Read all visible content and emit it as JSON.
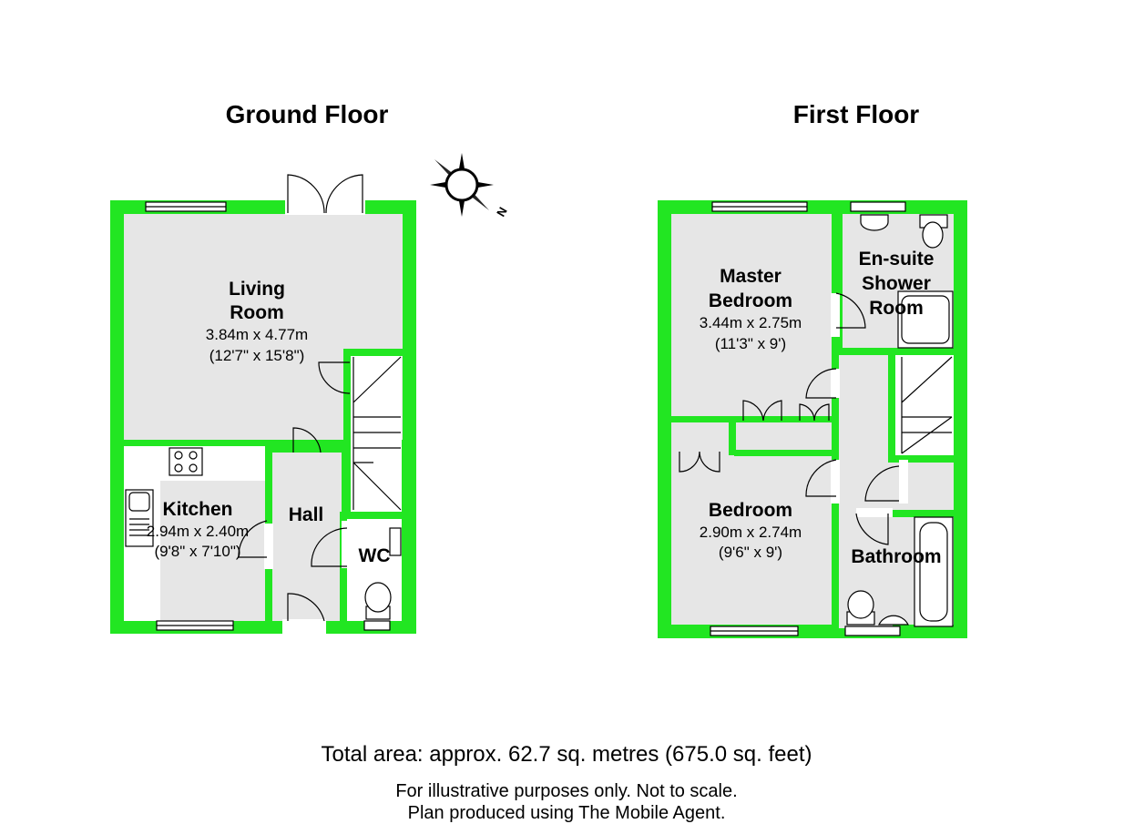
{
  "floors": {
    "ground": {
      "title": "Ground Floor",
      "rooms": {
        "living_room": {
          "name_line1": "Living",
          "name_line2": "Room",
          "metric": "3.84m x 4.77m",
          "imperial": "(12'7\" x 15'8\")"
        },
        "kitchen": {
          "name": "Kitchen",
          "metric": "2.94m x 2.40m",
          "imperial": "(9'8\" x 7'10\")"
        },
        "hall": {
          "name": "Hall"
        },
        "wc": {
          "name": "WC"
        }
      }
    },
    "first": {
      "title": "First Floor",
      "rooms": {
        "master_bedroom": {
          "name_line1": "Master",
          "name_line2": "Bedroom",
          "metric": "3.44m x 2.75m",
          "imperial": "(11'3\" x 9')"
        },
        "ensuite": {
          "name_line1": "En-suite",
          "name_line2": "Shower",
          "name_line3": "Room"
        },
        "bedroom": {
          "name": "Bedroom",
          "metric": "2.90m x 2.74m",
          "imperial": "(9'6\" x 9')"
        },
        "bathroom": {
          "name": "Bathroom"
        }
      }
    }
  },
  "compass": {
    "label": "N"
  },
  "footer": {
    "total_area": "Total area: approx.  62.7 sq. metres (675.0 sq. feet)",
    "disclaimer": "For illustrative purposes only. Not to scale.",
    "credit": "Plan produced using The Mobile Agent."
  },
  "colors": {
    "wall": "#22e622",
    "floor": "#e6e6e6",
    "text": "#000000"
  }
}
